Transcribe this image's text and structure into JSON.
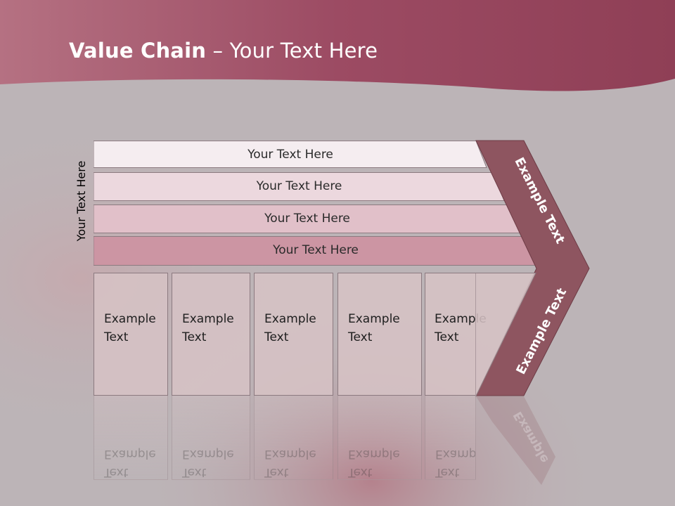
{
  "slide": {
    "title_bold": "Value Chain",
    "title_rest": " – Your Text Here"
  },
  "diagram": {
    "side_label": "Your Text Here",
    "bars": [
      {
        "label": "Your Text Here",
        "fill": "#f5edf0"
      },
      {
        "label": "Your Text Here",
        "fill": "#ecd8de"
      },
      {
        "label": "Your Text Here",
        "fill": "#e1c0c9"
      },
      {
        "label": "Your Text Here",
        "fill": "#cc95a3"
      }
    ],
    "boxes": [
      {
        "line1": "Example",
        "line2": "Text"
      },
      {
        "line1": "Example",
        "line2": "Text"
      },
      {
        "line1": "Example",
        "line2": "Text"
      },
      {
        "line1": "Example",
        "line2": "Text"
      },
      {
        "line1": "Example",
        "line2": "Text"
      }
    ],
    "chevron_top_label": "Example Text",
    "chevron_bottom_label": "Example Text",
    "reflection_label": "Example",
    "chevron_color": "#8e5560"
  },
  "colors": {
    "header": "#9b4e63",
    "background": "#bdb6b9"
  }
}
